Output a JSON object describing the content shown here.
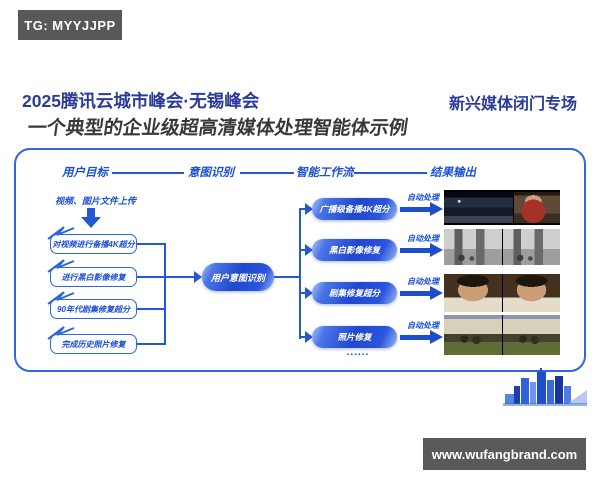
{
  "badge": {
    "text": "TG: MYYJJPP"
  },
  "header": {
    "event_title": "2025腾讯云城市峰会·无锡峰会",
    "session_label": "新兴媒体闭门专场"
  },
  "slide": {
    "title": "一个典型的企业级超高清媒体处理智能体示例"
  },
  "diagram": {
    "column_headers": [
      "用户目标",
      "意图识别",
      "智能工作流",
      "结果输出"
    ],
    "upload_label": "视频、图片文件上传",
    "user_goals": [
      "对视频进行备播4K超分",
      "进行黑白影像修复",
      "90年代剧集修复超分",
      "完成历史照片修复"
    ],
    "intent_node_label": "用户意图识别",
    "workflow_steps": [
      "广播级备播4K超分",
      "黑白影像修复",
      "剧集修复超分",
      "照片修复"
    ],
    "auto_process_label": "自动处理",
    "ellipsis": "......"
  },
  "footer": {
    "watermark": "www.wufangbrand.com"
  },
  "colors": {
    "primary_blue": "#2457d8",
    "header_indigo": "#2c3a98",
    "badge_gray": "#58585a"
  },
  "icons": {
    "down_arrow": "css-triangle",
    "right_arrow": "css-triangle",
    "city_skyline": "svg-shape"
  }
}
